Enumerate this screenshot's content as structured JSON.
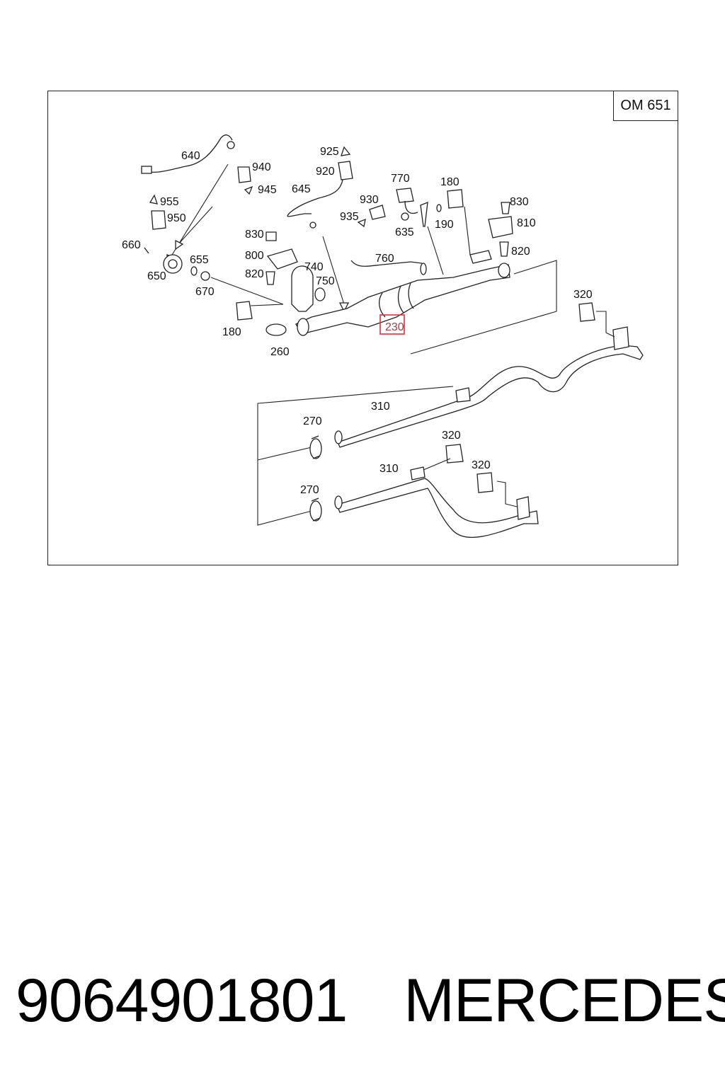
{
  "engine_code": "OM 651",
  "highlight_color": "#e0303a",
  "labels": {
    "l640": "640",
    "l940": "940",
    "l945": "945",
    "l955": "955",
    "l950": "950",
    "l660": "660",
    "l650": "650",
    "l655": "655",
    "l670": "670",
    "l925": "925",
    "l920": "920",
    "l645": "645",
    "l830a": "830",
    "l800": "800",
    "l820a": "820",
    "l740": "740",
    "l750": "750",
    "l180a": "180",
    "l260": "260",
    "l930": "930",
    "l935": "935",
    "l770": "770",
    "l635": "635",
    "l190": "190",
    "l180b": "180",
    "l830b": "830",
    "l810": "810",
    "l820b": "820",
    "l760": "760",
    "l230": "230",
    "l320a": "320",
    "l310a": "310",
    "l270a": "270",
    "l320b": "320",
    "l310b": "310",
    "l320c": "320",
    "l270b": "270"
  },
  "footer": {
    "part_number": "9064901801",
    "brand": "MERCEDES"
  }
}
